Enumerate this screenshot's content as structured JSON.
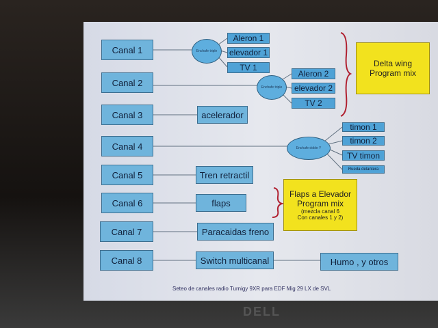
{
  "channels": [
    "Canal 1",
    "Canal 2",
    "Canal 3",
    "Canal 4",
    "Canal 5",
    "Canal 6",
    "Canal 7",
    "Canal 8"
  ],
  "ellipses": [
    "Enchufe triple",
    "Enchufe triple",
    "Enchufe doble Y"
  ],
  "group1": [
    "Aleron 1",
    "elevador 1",
    "TV 1"
  ],
  "group2": [
    "Aleron 2",
    "elevador 2",
    "TV 2"
  ],
  "group4": [
    "timon 1",
    "timon 2",
    "TV timon",
    "Rueda delantera"
  ],
  "targets": {
    "c3": "acelerador",
    "c5": "Tren retractil",
    "c6": "flaps",
    "c7": "Paracaidas freno",
    "c8": "Switch multicanal",
    "c8b": "Humo , y otros"
  },
  "delta": {
    "line1": "Delta wing",
    "line2": "Program mix"
  },
  "flaps_mix": {
    "line1": "Flaps a Elevador",
    "line2": "Program mix",
    "line3": "(mezcla canal 6",
    "line4": "Con canales 1 y 2)"
  },
  "caption": "Seteo de canales radio Turnigy 9XR para EDF Mig 29 LX de SVL",
  "logo": "DELL"
}
